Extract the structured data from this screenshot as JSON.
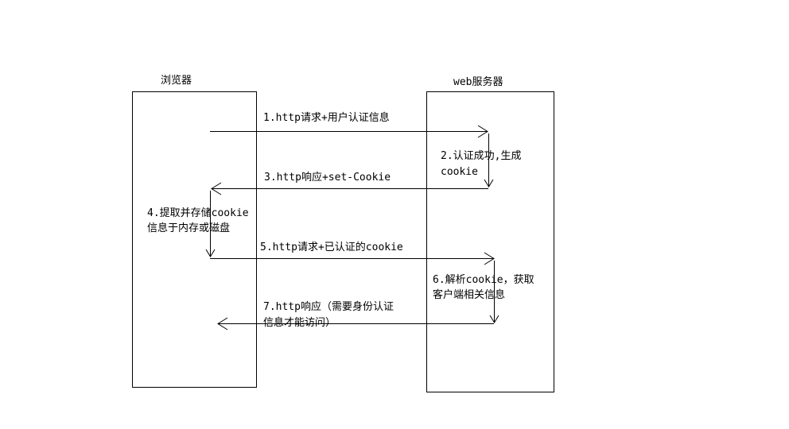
{
  "participants": {
    "browser": "浏览器",
    "server": "web服务器"
  },
  "messages": {
    "m1": "1.http请求+用户认证信息",
    "m2_line1": "2.认证成功,生成",
    "m2_line2": "cookie",
    "m3": "3.http响应+set-Cookie",
    "m4_line1": "4.提取并存储cookie",
    "m4_line2": "信息于内存或磁盘",
    "m5": "5.http请求+已认证的cookie",
    "m6_line1": "6.解析cookie，获取",
    "m6_line2": "客户端相关信息",
    "m7_line1": "7.http响应（需要身份认证",
    "m7_line2": "信息才能访问）"
  }
}
